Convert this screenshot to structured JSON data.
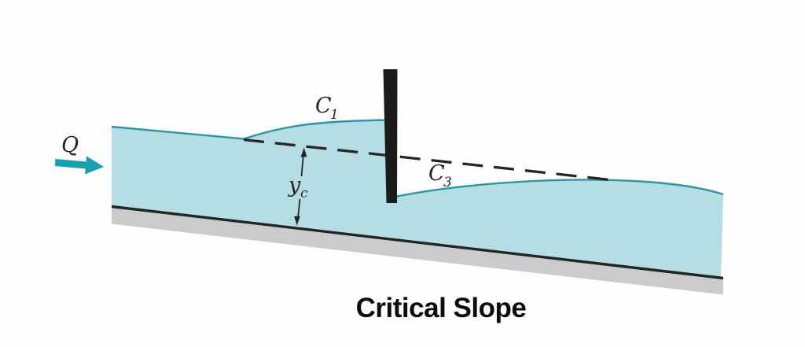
{
  "figure": {
    "title": "Critical Slope",
    "flow_label": "Q",
    "labels": {
      "c1": {
        "base": "C",
        "sub": "1"
      },
      "c3": {
        "base": "C",
        "sub": "3"
      },
      "yc": {
        "base": "y",
        "sub": "c"
      }
    },
    "colors": {
      "water_fill": "#b4dde4",
      "water_stroke": "#2e95a3",
      "flow_arrow": "#189fb0",
      "gate_fill": "#1b1b1b",
      "bed_slab": "#cacbcd",
      "line_dark": "#242424",
      "title_text": "#0c0c0c"
    }
  }
}
